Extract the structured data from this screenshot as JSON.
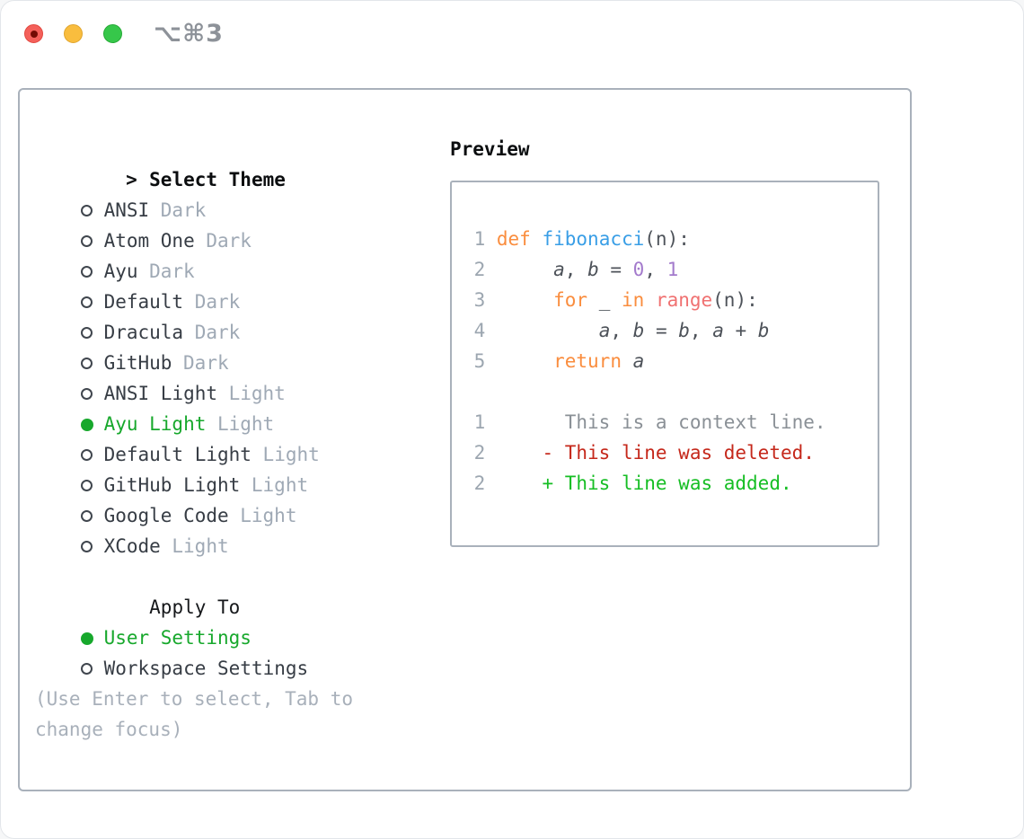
{
  "window": {
    "title": "⌥⌘3"
  },
  "colors": {
    "selected_green": "#17a82c",
    "keyword_orange": "#fa8d3e",
    "function_blue": "#399ee6",
    "constant_purple": "#a37acc",
    "special_red": "#f07171",
    "removed_red": "#c5281b",
    "added_green": "#16be24",
    "border_gray": "#a9b1bb"
  },
  "theme_selector": {
    "header": {
      "prompt": ">",
      "label": "Select Theme"
    },
    "items": [
      {
        "name": "ANSI",
        "tag": "Dark",
        "selected": false
      },
      {
        "name": "Atom One",
        "tag": "Dark",
        "selected": false
      },
      {
        "name": "Ayu",
        "tag": "Dark",
        "selected": false
      },
      {
        "name": "Default",
        "tag": "Dark",
        "selected": false
      },
      {
        "name": "Dracula",
        "tag": "Dark",
        "selected": false
      },
      {
        "name": "GitHub",
        "tag": "Dark",
        "selected": false
      },
      {
        "name": "ANSI Light",
        "tag": "Light",
        "selected": false
      },
      {
        "name": "Ayu Light",
        "tag": "Light",
        "selected": true
      },
      {
        "name": "Default Light",
        "tag": "Light",
        "selected": false
      },
      {
        "name": "GitHub Light",
        "tag": "Light",
        "selected": false
      },
      {
        "name": "Google Code",
        "tag": "Light",
        "selected": false
      },
      {
        "name": "XCode",
        "tag": "Light",
        "selected": false
      }
    ]
  },
  "apply_to": {
    "label": "Apply To",
    "options": [
      {
        "name": "User Settings",
        "selected": true
      },
      {
        "name": "Workspace Settings",
        "selected": false
      }
    ]
  },
  "help_text": "(Use Enter to select, Tab to change focus)",
  "preview": {
    "label": "Preview",
    "code_lines": [
      {
        "num": "1",
        "tokens": [
          {
            "t": "def",
            "c": "keyword"
          },
          {
            "t": " ",
            "c": "plain"
          },
          {
            "t": "fibonacci",
            "c": "function"
          },
          {
            "t": "(n):",
            "c": "plain"
          }
        ]
      },
      {
        "num": "2",
        "tokens": [
          {
            "t": "     ",
            "c": "plain"
          },
          {
            "t": "a",
            "c": "variable"
          },
          {
            "t": ", ",
            "c": "plain"
          },
          {
            "t": "b",
            "c": "variable"
          },
          {
            "t": " = ",
            "c": "plain"
          },
          {
            "t": "0",
            "c": "constant"
          },
          {
            "t": ", ",
            "c": "plain"
          },
          {
            "t": "1",
            "c": "constant"
          }
        ]
      },
      {
        "num": "3",
        "tokens": [
          {
            "t": "     ",
            "c": "plain"
          },
          {
            "t": "for",
            "c": "keyword"
          },
          {
            "t": " _ ",
            "c": "plain"
          },
          {
            "t": "in",
            "c": "keyword"
          },
          {
            "t": " ",
            "c": "plain"
          },
          {
            "t": "range",
            "c": "special"
          },
          {
            "t": "(n):",
            "c": "plain"
          }
        ]
      },
      {
        "num": "4",
        "tokens": [
          {
            "t": "         ",
            "c": "plain"
          },
          {
            "t": "a",
            "c": "variable"
          },
          {
            "t": ", ",
            "c": "plain"
          },
          {
            "t": "b",
            "c": "variable"
          },
          {
            "t": " = ",
            "c": "plain"
          },
          {
            "t": "b",
            "c": "variable"
          },
          {
            "t": ", ",
            "c": "plain"
          },
          {
            "t": "a",
            "c": "variable"
          },
          {
            "t": " + ",
            "c": "plain"
          },
          {
            "t": "b",
            "c": "variable"
          }
        ]
      },
      {
        "num": "5",
        "tokens": [
          {
            "t": "     ",
            "c": "plain"
          },
          {
            "t": "return",
            "c": "keyword"
          },
          {
            "t": " ",
            "c": "plain"
          },
          {
            "t": "a",
            "c": "variable"
          }
        ]
      }
    ],
    "diff_lines": [
      {
        "num": "1",
        "tokens": [
          {
            "t": "      ",
            "c": "plain"
          },
          {
            "t": "This is a context line.",
            "c": "context"
          }
        ]
      },
      {
        "num": "2",
        "tokens": [
          {
            "t": "    ",
            "c": "plain"
          },
          {
            "t": "- This line was deleted.",
            "c": "removed"
          }
        ]
      },
      {
        "num": "2",
        "tokens": [
          {
            "t": "    ",
            "c": "plain"
          },
          {
            "t": "+ This line was added.",
            "c": "added"
          }
        ]
      }
    ]
  }
}
